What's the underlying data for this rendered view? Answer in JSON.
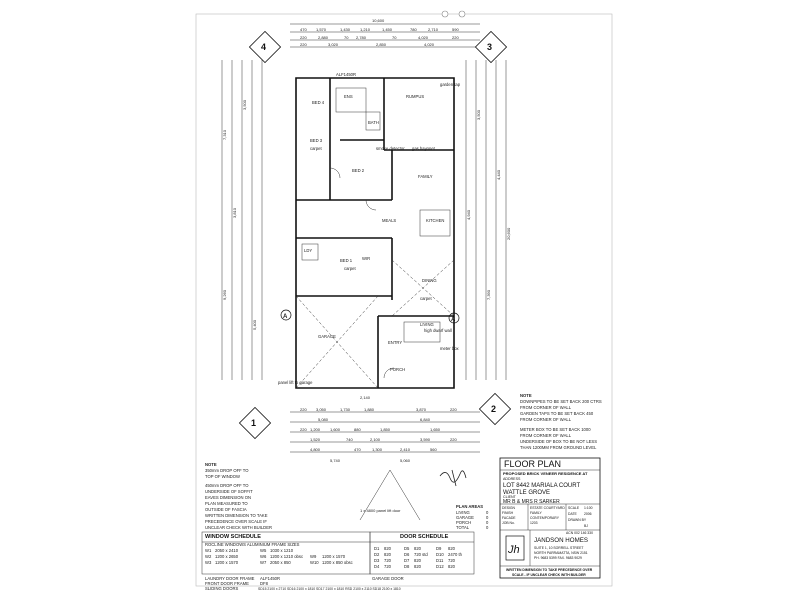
{
  "markers": {
    "m1": "1",
    "m2": "2",
    "m3": "3",
    "m4": "4",
    "a": "A"
  },
  "overall_dims": {
    "width": "10,600",
    "depth": "20,600"
  },
  "rooms": {
    "bed4": "BED 4",
    "rumpus": "RUMPUS",
    "bed3": "BED 3",
    "bed2": "BED 2",
    "family": "FAMILY",
    "meals": "MEALS",
    "kitchen": "KITCHEN",
    "bed1": "BED 1",
    "dining": "DINING",
    "living": "LIVING",
    "garage": "GARAGE",
    "entry": "ENTRY",
    "porch": "PORCH",
    "carpet": "carpet",
    "wir": "WIR",
    "ens": "ENS",
    "bath": "BATH",
    "ldy": "LDY",
    "smoke": "smoke detector",
    "fireplace": "high dwarf wall",
    "gas": "gas bayonet"
  },
  "notes_right": {
    "l1": "NOTE",
    "l2": "DOWNPIPES TO BE SET BACK 200 CTRS",
    "l3": "FROM CORNER OF WALL",
    "l4": "GARDEN TAPS TO BE SET BACK 450",
    "l5": "FROM CORNER OF WALL",
    "l6": "METER BOX TO BE SET BACK 1000",
    "l7": "FROM CORNER OF WALL",
    "l8": "UNDERSIDE OF BOX TO BE NOT LESS",
    "l9": "THAN 1200MM FROM GROUND LEVEL"
  },
  "notes_left": {
    "l1": "NOTE",
    "l2": "350mm DROP OFF TO",
    "l3": "TOP OF WINDOW",
    "l4": "450mm DROP OFF TO",
    "l5": "UNDERSIDE OF SOFFIT",
    "l6": "EAVES DIMENSION ON",
    "l7": "PLAN MEASURED TO",
    "l8": "OUTSIDE OF FASCIA",
    "l9": "WRITTEN DIMENSION TO TAKE",
    "l10": "PRECEDENCE OVER SCALE IF",
    "l11": "UNCLEAR CHECK WITH BUILDER"
  },
  "misc_labels": {
    "panel_lift": "panel lift to garage",
    "meter": "meter box",
    "garden_tap": "garden tap",
    "garage_door": "GARAGE DOOR",
    "garage_door_v": "1 x 4800 panel lift door",
    "alf": "ALF1450R"
  },
  "plan_areas": {
    "title": "PLAN AREAS",
    "rows": [
      [
        "LIVING",
        "0"
      ],
      [
        "GARAGE",
        "0"
      ],
      [
        "PORCH",
        "0"
      ],
      [
        "TOTAL",
        "0"
      ]
    ]
  },
  "window_schedule": {
    "title": "WINDOW SCHEDULE",
    "subtitle": "ROCLINE WINDOWS ALUMINIUM FRAME SIZES",
    "rows": [
      [
        "W1",
        "2050 x 2410",
        "W5",
        "1030 x 1210"
      ],
      [
        "W2",
        "1200 x 2650",
        "W6",
        "1200 x 1210 obsc",
        "W9",
        "1200 x 1570"
      ],
      [
        "W3",
        "1200 x 1570",
        "W7",
        "2050 x 850",
        "W10",
        "1200 x 850 obsc"
      ]
    ],
    "extra": [
      "LAUNDRY DOOR FRAME",
      "FRONT DOOR FRAME",
      "SLIDING DOORS"
    ],
    "extra_vals": [
      "ALF1450R",
      "DF8",
      "SD15 2100 x 2710   SD16 2100 x 1810   SD17 2100 x 1810   RSD 2100 x 2110   SD18 2100 x 1810"
    ]
  },
  "door_schedule": {
    "title": "DOOR SCHEDULE",
    "rows": [
      [
        "D1",
        "820",
        "D5",
        "820",
        "D9",
        "820"
      ],
      [
        "D2",
        "820",
        "D6",
        "720 std",
        "D10",
        "2470 th"
      ],
      [
        "D3",
        "720",
        "D7",
        "820",
        "D11",
        "720"
      ],
      [
        "D4",
        "720",
        "D8",
        "820",
        "D12",
        "820"
      ]
    ]
  },
  "title_block": {
    "heading": "FLOOR   PLAN",
    "project": "PROPOSED BRICK VENEER RESIDENCE AT",
    "address_label": "ADDRESS",
    "lot": "LOT 8442 MARIALA COURT",
    "suburb": "WATTLE GROVE",
    "client_label": "CLIENT",
    "client": "MR B & MRS R SARKER",
    "design_label": "DESIGN",
    "design": "ESTATE COURTYARD",
    "finish_label": "FINISH",
    "finish": "FAMILY",
    "facade_label": "FACADE",
    "facade": "CONTEMPORARY",
    "job_label": "JOB No.",
    "job": "1203",
    "scale_label": "SCALE",
    "scale": "1:100",
    "date_label": "DATE",
    "date": "2006",
    "drawn_label": "DRAWN BY",
    "drawn": "BJ",
    "acn": "ACN 002 146 330",
    "company": "JANDSON HOMES",
    "addr1": "SUITE 1, 10 SORRELL STREET",
    "addr2": "NORTH PARRAMATTA, NSW 2151",
    "phone": "PH. 9683 5399   FAX. 9683 9029",
    "footer1": "WRITTEN DIMENSION TO TAKE PRECEDENCE OVER",
    "footer2": "SCALE - IF UNCLEAR CHECK WITH BUILDER",
    "logo": "Jh"
  }
}
